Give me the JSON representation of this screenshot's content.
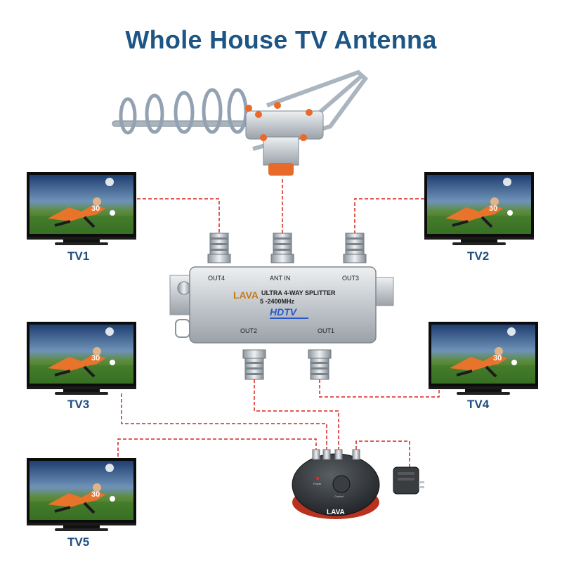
{
  "title": "Whole House TV Antenna",
  "tvs": [
    {
      "label": "TV1",
      "jersey": "30"
    },
    {
      "label": "TV2",
      "jersey": "30"
    },
    {
      "label": "TV3",
      "jersey": "30"
    },
    {
      "label": "TV4",
      "jersey": "30"
    },
    {
      "label": "TV5",
      "jersey": "30"
    }
  ],
  "splitter": {
    "brand": "LAVA",
    "model": "ULTRA 4-WAY SPLITTER",
    "freq": "5 -2400MHz",
    "hdtv": "HDTV",
    "ports": {
      "ant_in": "ANT IN",
      "out1": "OUT1",
      "out2": "OUT2",
      "out3": "OUT3",
      "out4": "OUT4"
    }
  },
  "controller": {
    "brand": "LAVA",
    "button_label": "Control",
    "power_label": "Power"
  },
  "colors": {
    "title": "#1d5585",
    "label": "#1d4e80",
    "cable": "#d9241c",
    "splitter": "#c8ccd0",
    "antenna": "#9aa6b2",
    "accent": "#e86a2a"
  }
}
